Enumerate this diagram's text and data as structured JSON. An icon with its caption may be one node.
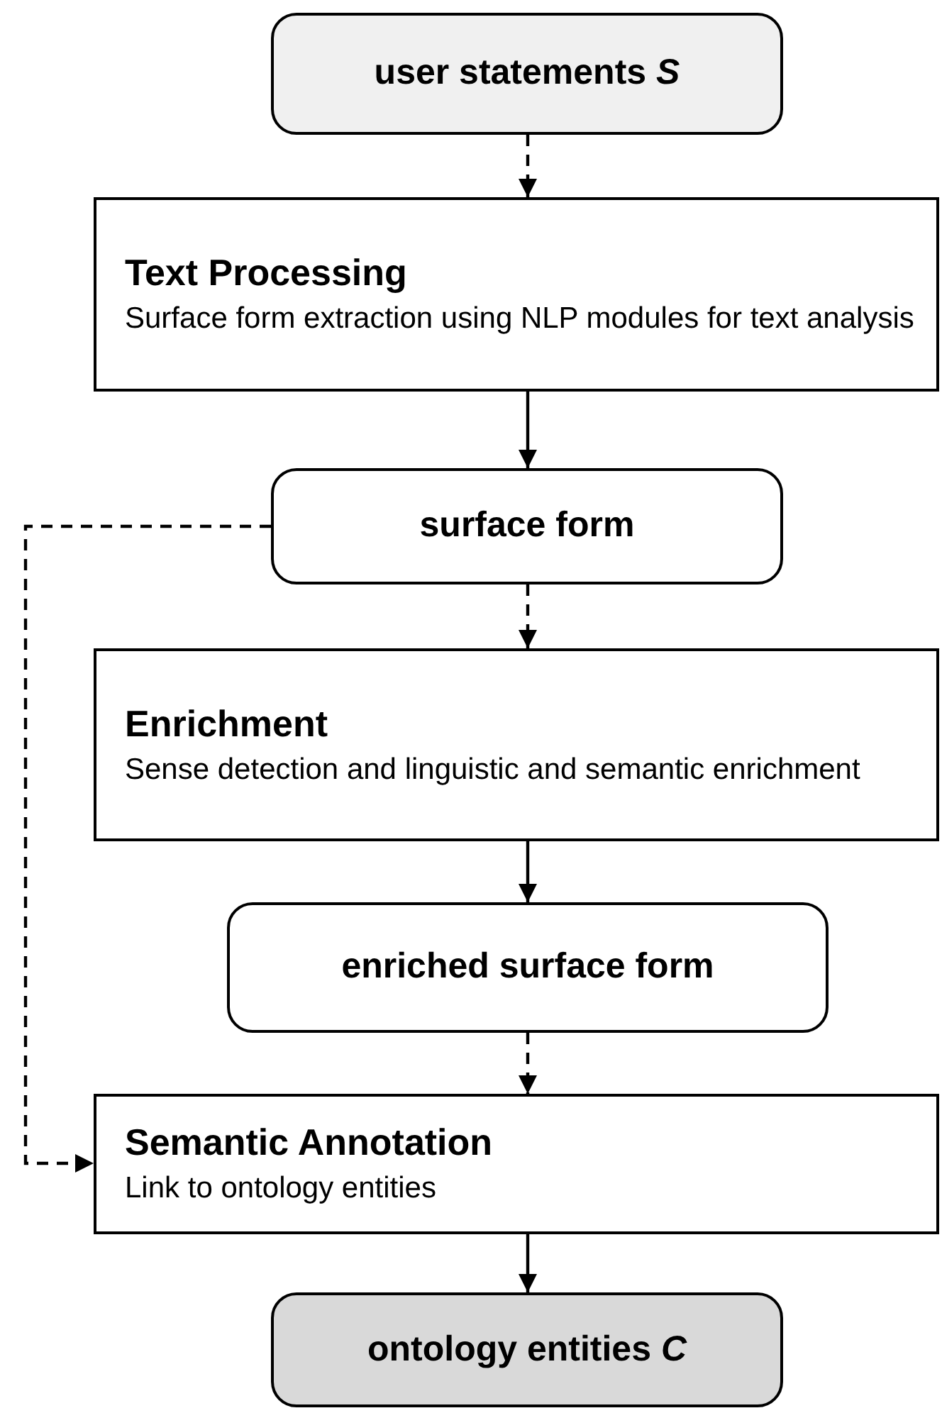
{
  "diagram": {
    "nodes": [
      {
        "text": [
          "user statements *S*"
        ]
      },
      {
        "text": [
          "Text Processing",
          "Surface form extraction using NLP modules for text analysis"
        ]
      },
      {
        "text": [
          "surface form"
        ]
      },
      {
        "text": [
          "Enrichment",
          "Sense detection and linguistic and semantic enrichment"
        ]
      },
      {
        "text": [
          "enriched surface form"
        ]
      },
      {
        "text": [
          "Semantic Annotation",
          "Link to ontology entities"
        ]
      },
      {
        "text": [
          "ontology entities *C*"
        ]
      }
    ],
    "edges": [
      {
        "from": 0,
        "to": 1,
        "arrow": "to",
        "style": "dashed"
      },
      {
        "from": 1,
        "to": 2,
        "arrow": "to"
      },
      {
        "from": 2,
        "to": 3,
        "arrow": "to",
        "style": "dashed"
      },
      {
        "from": 3,
        "to": 4,
        "arrow": "to"
      },
      {
        "from": 4,
        "to": 5,
        "arrow": "to",
        "style": "dashed"
      },
      {
        "from": 2,
        "to": 5,
        "arrow": "to",
        "style": "dashed"
      },
      {
        "from": 5,
        "to": 6,
        "arrow": "to"
      }
    ]
  }
}
